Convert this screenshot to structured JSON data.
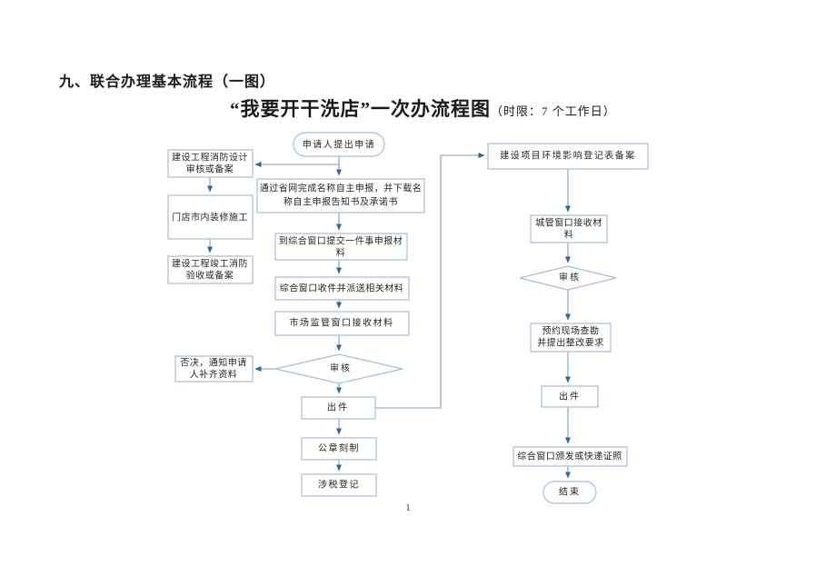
{
  "document": {
    "section_title": "九、联合办理基本流程（一图）",
    "flow_title": "“我要开干洗店”一次办流程图",
    "flow_title_note": "（时限：7 个工作日）",
    "page_number": "1"
  },
  "flowchart": {
    "colors": {
      "connector_line": "#7f9db9",
      "arrowhead": "#2c689c",
      "box_border": "#a6bfd6",
      "box_fill": "#ffffff",
      "text": "#262626"
    },
    "start": "申请人提出申请",
    "left": {
      "fire_design": {
        "l1": "建设工程消防设计",
        "l2": "审核或备案"
      },
      "renovation": "门店市内装修施工",
      "fire_acceptance": {
        "l1": "建设工程竣工消防",
        "l2": "验收或备案"
      }
    },
    "center": {
      "name_declare": {
        "l1": "通过省网完成名称自主申报，并下载名",
        "l2": "称自主申报告知书及承诺书"
      },
      "submit": {
        "l1": "到综合窗口提交一件事申报材",
        "l2": "料"
      },
      "receive_dispatch": "综合窗口收件并派送相关材料",
      "market_reg": "市场监管窗口接收材料",
      "review": "审核",
      "reject": {
        "l1": "否决，通知申请",
        "l2": "人补齐资料"
      },
      "issue": "出件",
      "seal": "公章刻制",
      "tax": "涉税登记"
    },
    "right": {
      "env_record": "建设项目环境影响登记表备案",
      "urban_receive": {
        "l1": "城管窗口接收材",
        "l2": "料"
      },
      "review": "审核",
      "survey": {
        "l1": "预约现场查勘",
        "l2": "并提出整改要求"
      },
      "issue": "出件",
      "license": "综合窗口颁发或快递证照",
      "end": "结束"
    }
  }
}
